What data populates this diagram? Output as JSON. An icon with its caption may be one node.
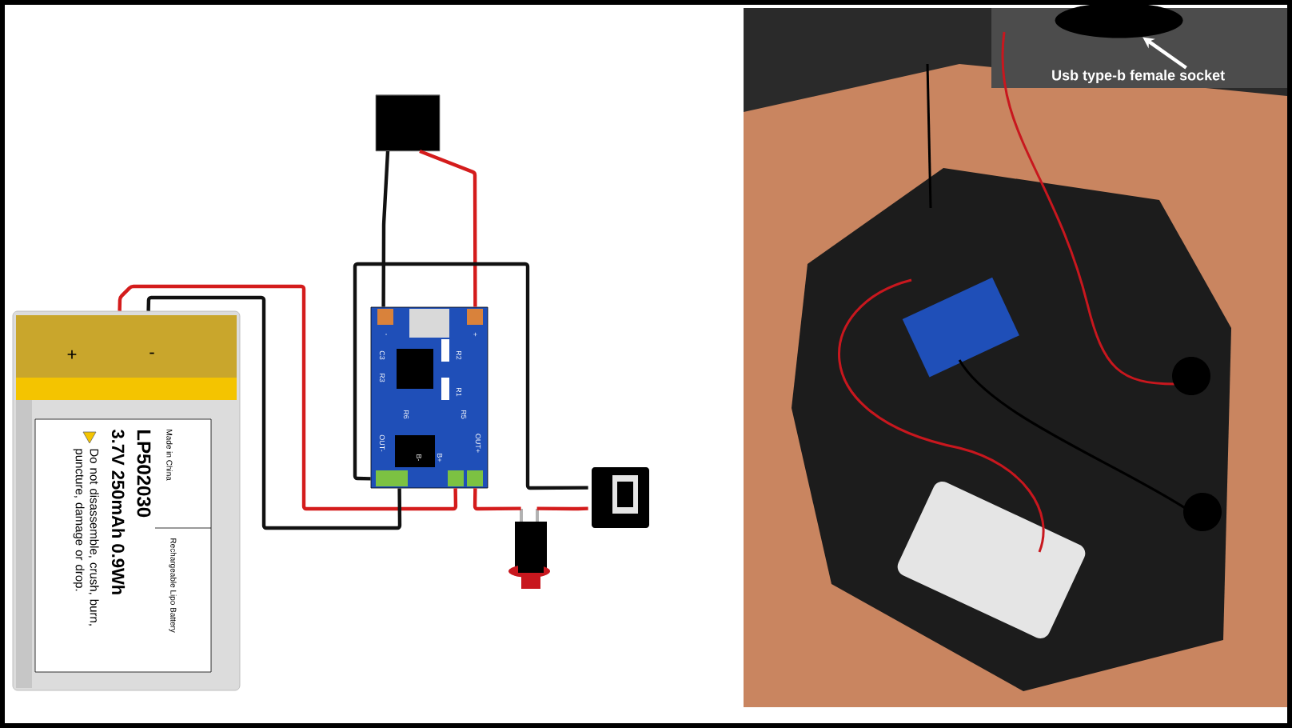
{
  "diagram": {
    "nodes": [
      {
        "text": [
          "Made in China",
          "LP502030",
          "3.7V 250mAh 0.9Wh",
          "Do not disassemble, crush, burn, puncture, damage or drop.",
          "Rechargeable Lipo Battery"
        ]
      },
      {
        "text": [
          "-",
          "+",
          "C3",
          "R3",
          "R2",
          "R1",
          "R6",
          "R5",
          "OUT-",
          "B-",
          "B+",
          "OUT+"
        ]
      },
      {
        "text": [],
        "shape": "cylinder"
      },
      {
        "text": [],
        "shape": "picture"
      },
      {
        "text": [],
        "shape": "picture"
      },
      {
        "text": [],
        "shape": "picture"
      },
      {
        "text": [
          "Usb type-b female socket"
        ],
        "in": 5
      },
      {
        "text": [],
        "shape": "circle",
        "in": 5
      }
    ],
    "edges": [
      {
        "from": 0,
        "to": 1,
        "arrow": "none",
        "color": "#d41c1c"
      },
      {
        "from": 0,
        "to": 1,
        "arrow": "none",
        "color": "#111111"
      },
      {
        "from": 2,
        "to": 1,
        "arrow": "none",
        "color": "#111111"
      },
      {
        "from": 2,
        "to": 1,
        "arrow": "none",
        "color": "#d41c1c"
      },
      {
        "from": 1,
        "to": 4,
        "arrow": "none",
        "color": "#111111"
      },
      {
        "from": 1,
        "to": 3,
        "arrow": "none",
        "color": "#d41c1c"
      },
      {
        "from": 3,
        "to": 4,
        "arrow": "none",
        "color": "#d41c1c"
      },
      {
        "from": 6,
        "to": 7,
        "arrow": "to",
        "color": "#ffffff"
      }
    ],
    "labels": [
      "+",
      "-"
    ]
  }
}
